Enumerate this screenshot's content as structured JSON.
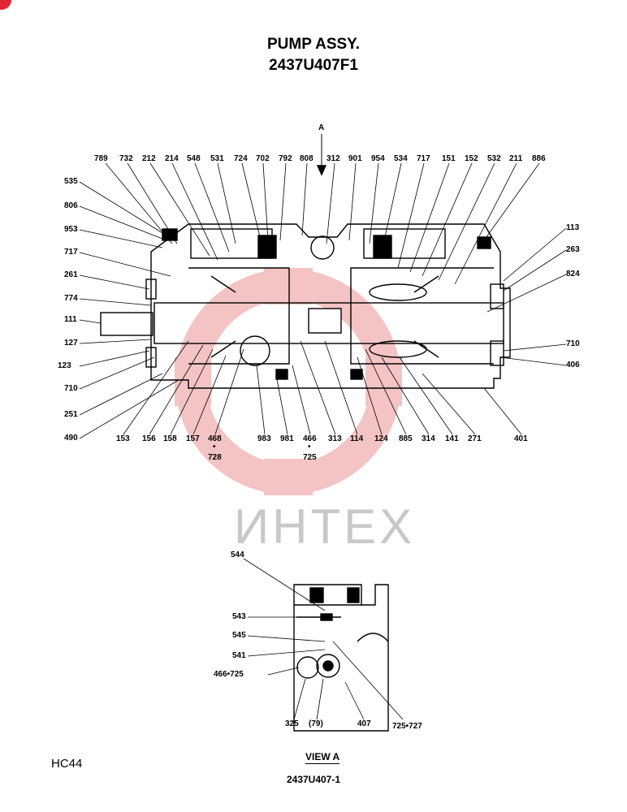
{
  "title": {
    "line1": "PUMP ASSY.",
    "line2": "2437U407F1"
  },
  "view_arrow": "A",
  "watermark": "ИНТЕХ",
  "footer": {
    "code_left": "HC44",
    "view_label": "VIEW  A",
    "code_bottom": "2437U407-1"
  },
  "main_labels": {
    "top": [
      "789",
      "732",
      "212",
      "214",
      "548",
      "531",
      "724",
      "702",
      "792",
      "808",
      "312",
      "901",
      "954",
      "534",
      "717",
      "151",
      "152",
      "532",
      "211",
      "886"
    ],
    "left": [
      "535",
      "806",
      "953",
      "717",
      "261",
      "774",
      "111",
      "127",
      "123",
      "710",
      "251",
      "490"
    ],
    "right": [
      "113",
      "263",
      "824",
      "710",
      "406"
    ],
    "bottom": [
      "153",
      "156",
      "158",
      "157",
      "468",
      "728",
      "983",
      "981",
      "466",
      "725",
      "313",
      "114",
      "124",
      "885",
      "314",
      "141",
      "271",
      "401"
    ]
  },
  "view_a_labels": [
    "544",
    "543",
    "545",
    "541",
    "466•725",
    "325",
    "(79)",
    "407",
    "725•727"
  ]
}
